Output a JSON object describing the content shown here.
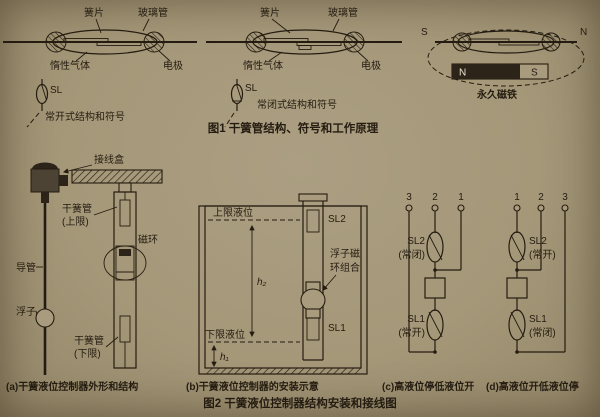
{
  "colors": {
    "paper": "#a99c7e",
    "ink": "#241c10"
  },
  "fig1": {
    "title": "图1  干簧管结构、符号和工作原理",
    "switch_open": {
      "label_reed": "簧片",
      "label_glass": "玻璃管",
      "label_gas": "惰性气体",
      "label_electrode": "电极",
      "symbol": "SL",
      "caption": "常开式结构和符号"
    },
    "switch_closed": {
      "label_reed": "簧片",
      "label_glass": "玻璃管",
      "label_gas": "惰性气体",
      "label_electrode": "电极",
      "symbol": "SL",
      "caption": "常闭式结构和符号"
    },
    "magnet_demo": {
      "pole_left": "S",
      "pole_right": "N",
      "magnet_left": "N",
      "magnet_right": "S",
      "caption": "永久磁铁"
    }
  },
  "fig2": {
    "title": "图2  干簧液位控制器结构安装和接线图",
    "panel_a": {
      "junction_box": "接线盒",
      "reed_upper_line1": "干簧管",
      "reed_upper_line2": "(上限)",
      "magnet_ring": "磁环",
      "guide_tube": "导管",
      "float": "浮子",
      "reed_lower_line1": "干簧管",
      "reed_lower_line2": "(下限)",
      "caption": "(a)干簧液位控制器外形和结构"
    },
    "panel_b": {
      "upper_level": "上限液位",
      "sl2": "SL2",
      "h2": "h₂",
      "float_ring_line1": "浮子磁",
      "float_ring_line2": "环组合",
      "lower_level": "下限液位",
      "sl1": "SL1",
      "h1": "h₁",
      "caption": "(b)干簧液位控制器的安装示意"
    },
    "panel_c": {
      "terminals": [
        "3",
        "2",
        "1"
      ],
      "sl2": "SL2",
      "sl2_state": "(常闭)",
      "sl1": "SL1",
      "sl1_state": "(常开)",
      "caption": "(c)高液位停低液位开"
    },
    "panel_d": {
      "terminals": [
        "1",
        "2",
        "3"
      ],
      "sl2": "SL2",
      "sl2_state": "(常开)",
      "sl1": "SL1",
      "sl1_state": "(常闭)",
      "caption": "(d)高液位开低液位停"
    }
  }
}
